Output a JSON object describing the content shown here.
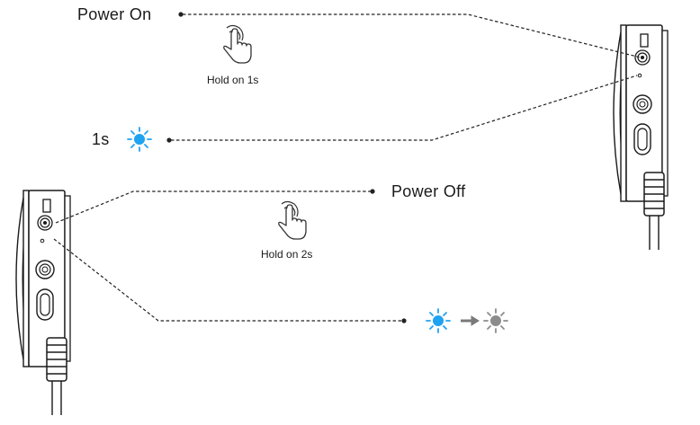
{
  "power_on": {
    "title": "Power On",
    "instruction": "Hold on 1s",
    "indicator_label": "1s",
    "indicator_color": "#1fa2f0"
  },
  "power_off": {
    "title": "Power Off",
    "instruction": "Hold on 2s",
    "indicator_from_color": "#1fa2f0",
    "indicator_to_color": "#8c8c8c",
    "arrow_color": "#7a7a7a"
  },
  "icons": {
    "touch": "finger-press-icon",
    "light": "led-light-icon",
    "arrow": "arrow-right-icon",
    "device": "camera-device-side-view"
  },
  "colors": {
    "line": "#222222",
    "device_stroke": "#1a1a1a"
  }
}
